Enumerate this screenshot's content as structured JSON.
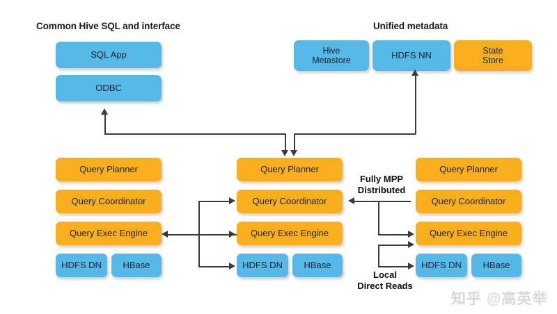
{
  "diagram": {
    "title_left": "Common Hive SQL and interface",
    "title_right": "Unified metadata",
    "annotations": {
      "mpp": "Fully MPP\nDistributed",
      "mpp_line1": "Fully MPP",
      "mpp_line2": "Distributed",
      "local_line1": "Local",
      "local_line2": "Direct Reads"
    },
    "client_stack": [
      {
        "label": "SQL App",
        "color": "blue"
      },
      {
        "label": "ODBC",
        "color": "blue"
      }
    ],
    "metadata_stack": [
      {
        "label": "Hive\nMetastore",
        "line1": "Hive",
        "line2": "Metastore",
        "color": "blue"
      },
      {
        "label": "HDFS NN",
        "line1": "HDFS NN",
        "line2": "",
        "color": "blue"
      },
      {
        "label": "State\nStore",
        "line1": "State",
        "line2": "Store",
        "color": "orange"
      }
    ],
    "nodes": [
      {
        "name": "left-node",
        "rows": [
          {
            "label": "Query Planner",
            "color": "orange"
          },
          {
            "label": "Query Coordinator",
            "color": "orange"
          },
          {
            "label": "Query Exec Engine",
            "color": "orange"
          }
        ],
        "storage": [
          {
            "label": "HDFS DN",
            "color": "blue"
          },
          {
            "label": "HBase",
            "color": "blue"
          }
        ]
      },
      {
        "name": "center-node",
        "rows": [
          {
            "label": "Query Planner",
            "color": "orange"
          },
          {
            "label": "Query Coordinator",
            "color": "orange"
          },
          {
            "label": "Query Exec Engine",
            "color": "orange"
          }
        ],
        "storage": [
          {
            "label": "HDFS DN",
            "color": "blue"
          },
          {
            "label": "HBase",
            "color": "blue"
          }
        ]
      },
      {
        "name": "right-node",
        "rows": [
          {
            "label": "Query Planner",
            "color": "orange"
          },
          {
            "label": "Query Coordinator",
            "color": "orange"
          },
          {
            "label": "Query Exec Engine",
            "color": "orange"
          }
        ],
        "storage": [
          {
            "label": "HDFS DN",
            "color": "blue"
          },
          {
            "label": "HBase",
            "color": "blue"
          }
        ]
      }
    ],
    "watermark": "知乎 @高英举",
    "colors": {
      "blue": "#56B8E6",
      "orange": "#F9AF1B",
      "connector": "#3a3a3a",
      "text": "#15232e",
      "background": "#ffffff"
    }
  }
}
